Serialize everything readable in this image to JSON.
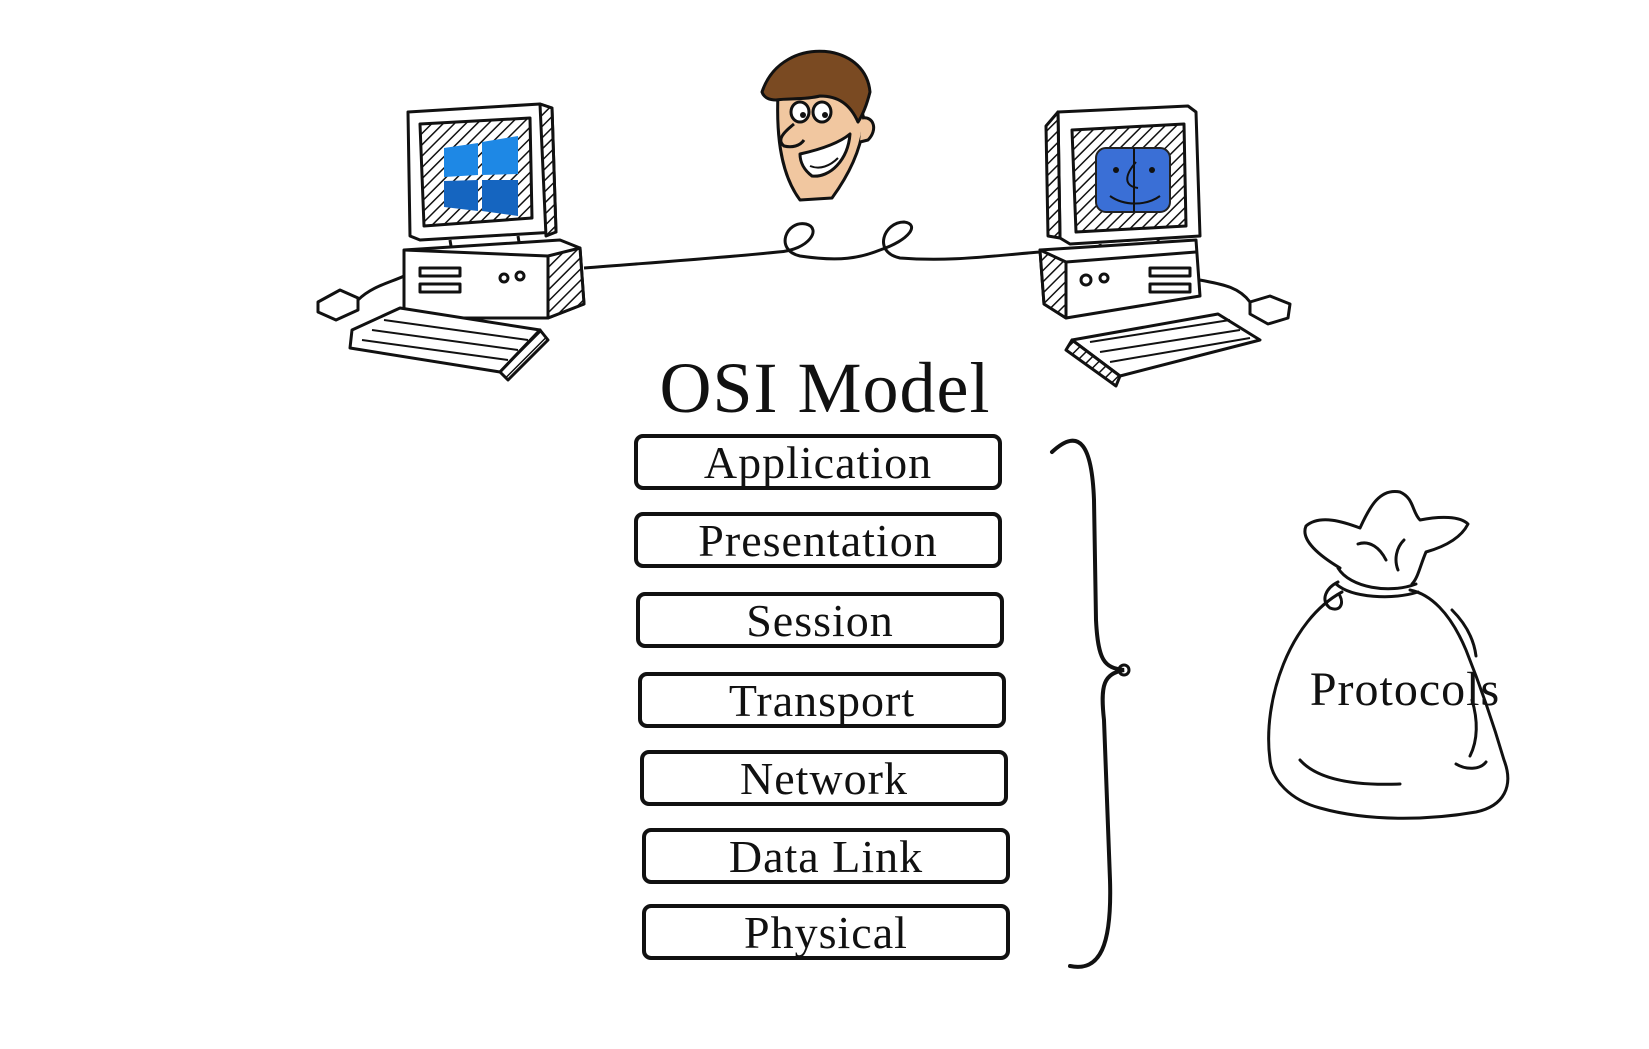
{
  "diagram": {
    "title": "OSI Model",
    "layers": [
      "Application",
      "Presentation",
      "Session",
      "Transport",
      "Network",
      "Data Link",
      "Physical"
    ],
    "bag_label": "Protocols",
    "icons": {
      "left_computer": "windows-computer-icon",
      "right_computer": "mac-computer-icon",
      "character": "cartoon-man-icon"
    },
    "colors": {
      "ink": "#111111",
      "windows_blue": "#1e88e5",
      "mac_blue": "#3a6fd6",
      "skin": "#f1c7a0",
      "hair": "#7a4a22"
    }
  }
}
